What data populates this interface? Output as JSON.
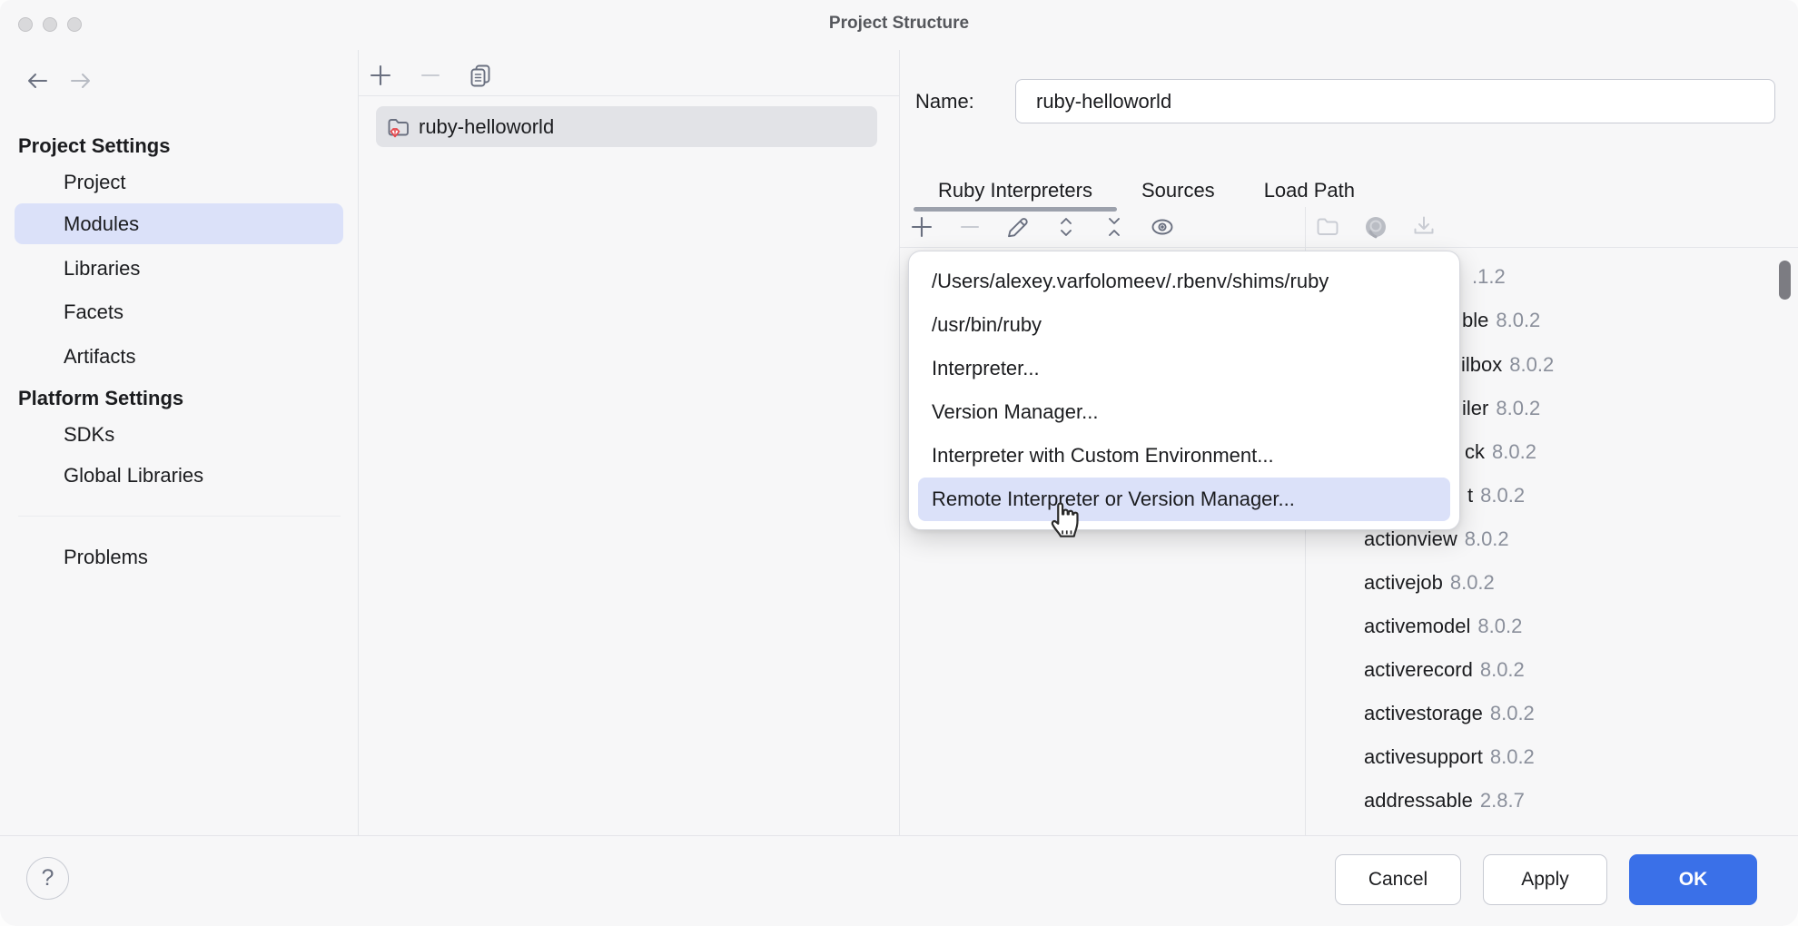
{
  "colors": {
    "accent_blue": "#3a70e8",
    "selection": "#dbe1f9",
    "hover_row": "#e2e3e7",
    "version_gray": "#8a8f9b",
    "ruby_red": "#e5484d",
    "icon_gray": "#6a7080",
    "icon_disabled": "#c9ccd3",
    "tab_underline": "#9ca1ac",
    "border": "#d6d8de",
    "divider": "#e4e5e9",
    "text": "#1b1c1f",
    "title_gray": "#55575c"
  },
  "window": {
    "title": "Project Structure"
  },
  "sidebar": {
    "sections": [
      {
        "header": "Project Settings",
        "items": [
          "Project",
          "Modules",
          "Libraries",
          "Facets",
          "Artifacts"
        ]
      },
      {
        "header": "Platform Settings",
        "items": [
          "SDKs",
          "Global Libraries"
        ]
      }
    ],
    "selected_item": "Modules",
    "problems_item": "Problems"
  },
  "modules_panel": {
    "rows": [
      {
        "label": "ruby-helloworld"
      }
    ]
  },
  "detail": {
    "name_label": "Name:",
    "name_value": "ruby-helloworld",
    "tabs": [
      {
        "label": "Ruby Interpreters",
        "active": true
      },
      {
        "label": "Sources",
        "active": false
      },
      {
        "label": "Load Path",
        "active": false
      }
    ]
  },
  "interpreter_menu": {
    "items": [
      {
        "label": "/Users/alexey.varfolomeev/.rbenv/shims/ruby",
        "highlighted": false
      },
      {
        "label": "/usr/bin/ruby",
        "highlighted": false
      },
      {
        "label": "Interpreter...",
        "highlighted": false
      },
      {
        "label": "Version Manager...",
        "highlighted": false
      },
      {
        "label": "Interpreter with Custom Environment...",
        "highlighted": false
      },
      {
        "label": "Remote Interpreter or Version Manager...",
        "highlighted": true
      }
    ]
  },
  "gems": {
    "occluded_rows": [
      {
        "name_fragment": "",
        "version": ".1.2"
      },
      {
        "name_fragment": "ble",
        "version": "8.0.2"
      },
      {
        "name_fragment": "ilbox",
        "version": "8.0.2"
      },
      {
        "name_fragment": "iler",
        "version": "8.0.2"
      },
      {
        "name_fragment": "ck",
        "version": "8.0.2"
      },
      {
        "name_fragment": "t",
        "version": "8.0.2"
      }
    ],
    "rows": [
      {
        "name": "actionview",
        "version": "8.0.2"
      },
      {
        "name": "activejob",
        "version": "8.0.2"
      },
      {
        "name": "activemodel",
        "version": "8.0.2"
      },
      {
        "name": "activerecord",
        "version": "8.0.2"
      },
      {
        "name": "activestorage",
        "version": "8.0.2"
      },
      {
        "name": "activesupport",
        "version": "8.0.2"
      },
      {
        "name": "addressable",
        "version": "2.8.7"
      }
    ]
  },
  "footer": {
    "help_label": "?",
    "cancel_label": "Cancel",
    "apply_label": "Apply",
    "ok_label": "OK"
  }
}
